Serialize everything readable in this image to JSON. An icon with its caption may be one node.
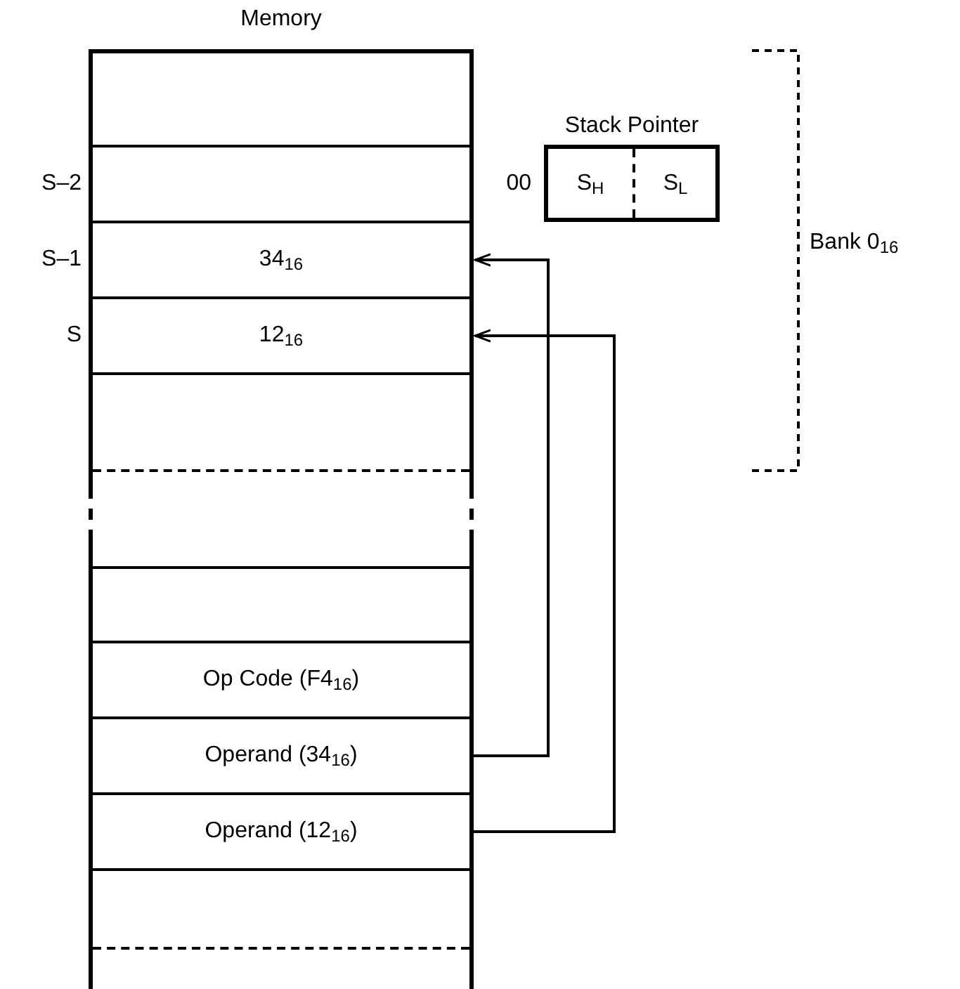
{
  "diagram": {
    "nodes": [
      {
        "text": [
          "Memory"
        ]
      },
      {
        "text": [],
        "shape": "box",
        "in": 0
      },
      {
        "text": [],
        "shape": "box",
        "in": 0,
        "beside": [
          "S–2"
        ]
      },
      {
        "text": [
          "34$_{16}$"
        ],
        "in": 0,
        "beside": [
          "S–1"
        ]
      },
      {
        "text": [
          "12$_{16}$"
        ],
        "in": 0,
        "beside": [
          "S"
        ]
      },
      {
        "text": [],
        "shape": "box",
        "in": 0
      },
      {
        "text": [],
        "shape": "box",
        "in": 0
      },
      {
        "text": [
          "Op Code (F4$_{16}$)"
        ],
        "in": 0
      },
      {
        "text": [
          "Operand (34$_{16}$)"
        ],
        "in": 0
      },
      {
        "text": [
          "Operand (12$_{16}$)"
        ],
        "in": 0
      },
      {
        "text": [],
        "shape": "box",
        "in": 0
      },
      {
        "text": [
          "Stack Pointer"
        ],
        "beside": [
          "00"
        ]
      },
      {
        "text": [
          "S$_{H}$"
        ],
        "in": 11
      },
      {
        "text": [
          "S$_{L}$"
        ],
        "in": 11
      }
    ],
    "edges": [
      {
        "from": 8,
        "to": 3,
        "arrow": "to"
      },
      {
        "from": 9,
        "to": 4,
        "arrow": "to"
      }
    ],
    "labels": [
      "Bank 0$_{16}$"
    ]
  }
}
